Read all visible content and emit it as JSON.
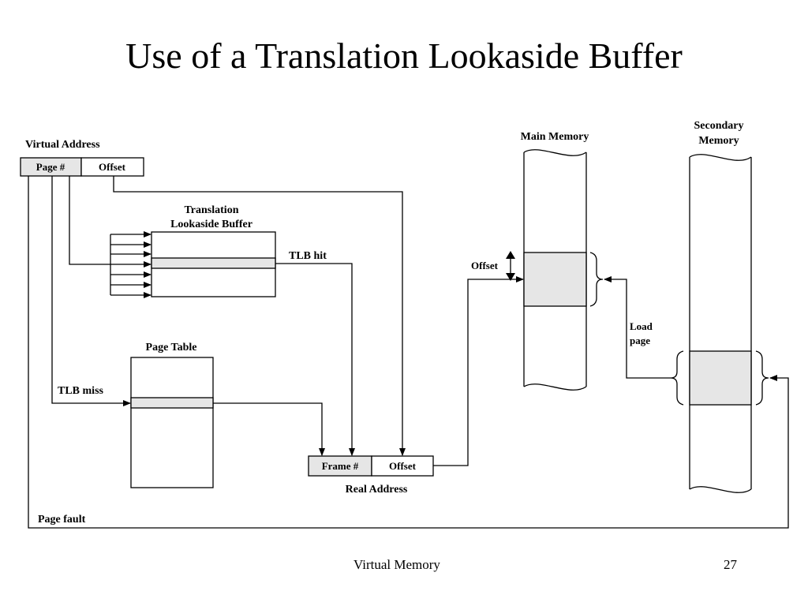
{
  "slide": {
    "title": "Use of a Translation Lookaside Buffer",
    "footer_text": "Virtual Memory",
    "page_number": "27"
  },
  "diagram": {
    "virtual_address_label": "Virtual Address",
    "page_field": "Page #",
    "offset_field": "Offset",
    "tlb_title_line1": "Translation",
    "tlb_title_line2": "Lookaside Buffer",
    "tlb_hit": "TLB hit",
    "tlb_miss": "TLB miss",
    "page_table_label": "Page Table",
    "frame_field": "Frame #",
    "real_offset_field": "Offset",
    "real_address_label": "Real Address",
    "page_fault": "Page fault",
    "main_memory_label": "Main Memory",
    "memory_offset_label": "Offset",
    "secondary_memory_line1": "Secondary",
    "secondary_memory_line2": "Memory",
    "load_page_line1": "Load",
    "load_page_line2": "page"
  },
  "colors": {
    "highlight": "#e6e6e6",
    "line": "#000000"
  }
}
